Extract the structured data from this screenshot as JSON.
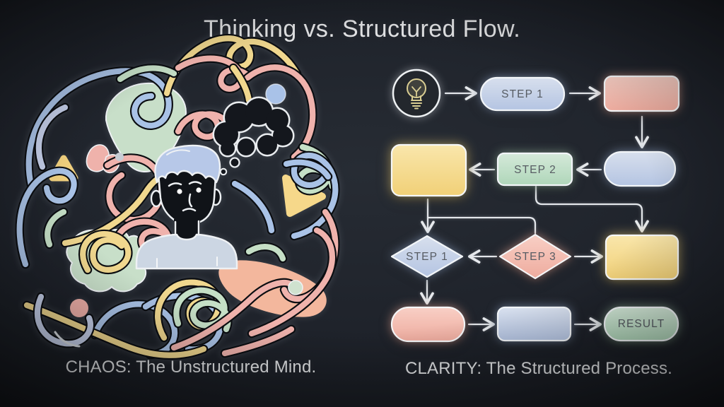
{
  "title": "Thinking vs. Structured Flow.",
  "left_panel": {
    "caption": "CHAOS: The Unstructured Mind.",
    "illustration": "tangled pastel scribbles around a worried person with a dark thought cloud"
  },
  "right_panel": {
    "caption": "CLARITY: The Structured Process.",
    "flowchart": {
      "nodes": [
        {
          "id": "start",
          "shape": "circle",
          "icon": "lightbulb-icon",
          "color": "dark",
          "label": ""
        },
        {
          "id": "step1-pill",
          "shape": "pill",
          "color": "blue",
          "label": "STEP 1"
        },
        {
          "id": "box-a",
          "shape": "rounded-rect",
          "color": "pink",
          "label": ""
        },
        {
          "id": "box-b",
          "shape": "pill",
          "color": "blue",
          "label": ""
        },
        {
          "id": "step2-box",
          "shape": "rounded-rect",
          "color": "green",
          "label": "STEP 2"
        },
        {
          "id": "box-c",
          "shape": "rounded-rect",
          "color": "yellow",
          "label": ""
        },
        {
          "id": "step1-diamond",
          "shape": "diamond",
          "color": "blue",
          "label": "STEP 1"
        },
        {
          "id": "step3-diamond",
          "shape": "diamond",
          "color": "pink",
          "label": "STEP 3"
        },
        {
          "id": "box-d",
          "shape": "rounded-rect",
          "color": "yellow",
          "label": ""
        },
        {
          "id": "box-e",
          "shape": "pill",
          "color": "pink",
          "label": ""
        },
        {
          "id": "box-f",
          "shape": "rounded-rect",
          "color": "blue",
          "label": ""
        },
        {
          "id": "result-pill",
          "shape": "pill",
          "color": "green",
          "label": "RESULT"
        }
      ],
      "edges": [
        {
          "from": "start",
          "to": "step1-pill"
        },
        {
          "from": "step1-pill",
          "to": "box-a"
        },
        {
          "from": "box-a",
          "to": "box-b"
        },
        {
          "from": "box-b",
          "to": "step2-box"
        },
        {
          "from": "step2-box",
          "to": "box-c"
        },
        {
          "from": "box-c",
          "to": "step1-diamond"
        },
        {
          "from": "box-c",
          "to": "step3-diamond"
        },
        {
          "from": "step2-box",
          "to": "box-d"
        },
        {
          "from": "step3-diamond",
          "to": "step1-diamond"
        },
        {
          "from": "step3-diamond",
          "to": "box-d"
        },
        {
          "from": "step1-diamond",
          "to": "box-e"
        },
        {
          "from": "box-e",
          "to": "box-f"
        },
        {
          "from": "box-f",
          "to": "result-pill"
        }
      ]
    }
  },
  "palette": {
    "background": "#1e222a",
    "heading_text": "#e9eaec",
    "node_label_text": "#575c63",
    "connector_line": "#e3e6ea",
    "pastel_pink": "#efb2ac",
    "pastel_blue": "#a9c2e6",
    "pastel_green": "#c5dfc6",
    "pastel_yellow": "#f0d78e",
    "bulb_yellow": "#d9cd92"
  }
}
